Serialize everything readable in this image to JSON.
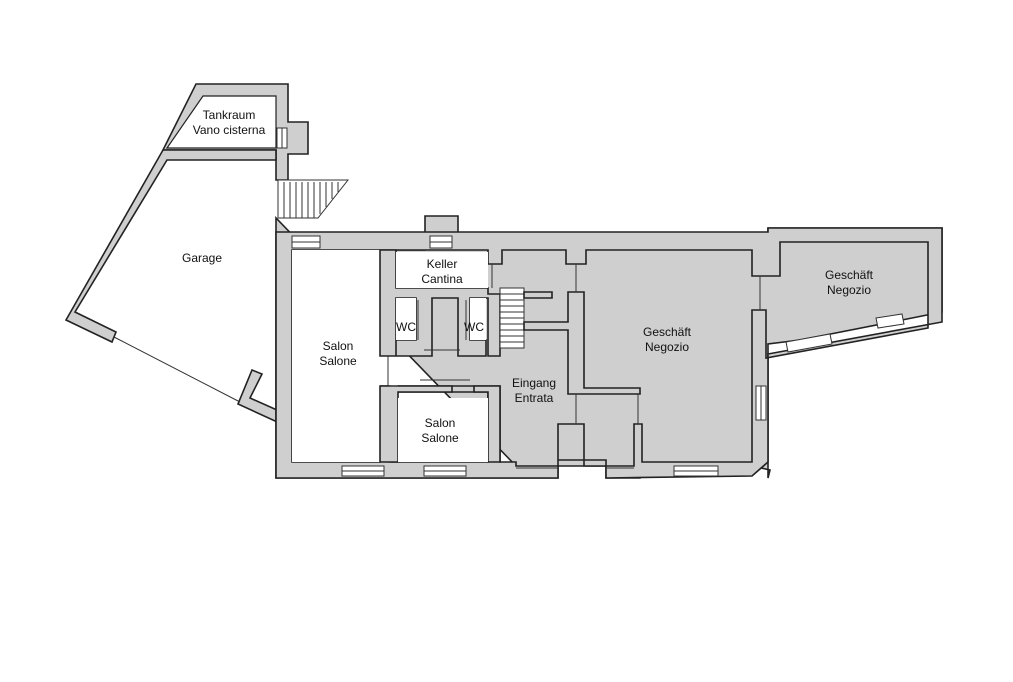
{
  "rooms": {
    "tankraum": {
      "line1": "Tankraum",
      "line2": "Vano cisterna"
    },
    "garage": {
      "line1": "Garage"
    },
    "keller": {
      "line1": "Keller",
      "line2": "Cantina"
    },
    "wc_left": {
      "line1": "WC"
    },
    "wc_right": {
      "line1": "WC"
    },
    "salon_large": {
      "line1": "Salon",
      "line2": "Salone"
    },
    "salon_small": {
      "line1": "Salon",
      "line2": "Salone"
    },
    "eingang": {
      "line1": "Eingang",
      "line2": "Entrata"
    },
    "geschaeft_main": {
      "line1": "Geschäft",
      "line2": "Negozio"
    },
    "geschaeft_side": {
      "line1": "Geschäft",
      "line2": "Negozio"
    }
  },
  "colors": {
    "wall": "#cfcfcf",
    "outline": "#222222",
    "background": "#ffffff"
  }
}
